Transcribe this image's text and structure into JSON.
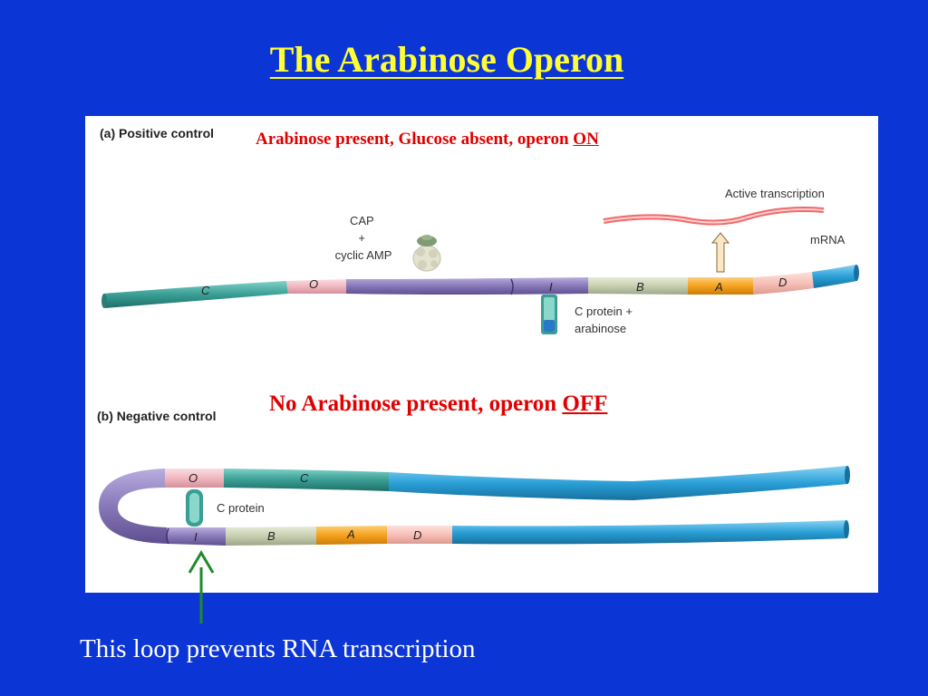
{
  "title": "The Arabinose Operon",
  "panel_a": {
    "label": "(a) Positive control",
    "heading": "Arabinose present, Glucose absent, operon ",
    "heading_state": "ON",
    "cap_label_line1": "CAP",
    "cap_label_line2": "+",
    "cap_label_line3": "cyclic AMP",
    "active_transcription": "Active transcription",
    "mrna": "mRNA",
    "c_protein_line1": "C protein +",
    "c_protein_line2": "arabinose",
    "genes": {
      "c": "C",
      "o": "O",
      "i": "I",
      "b": "B",
      "a": "A",
      "d": "D"
    }
  },
  "panel_b": {
    "label": "(b) Negative control",
    "heading": "No Arabinose present, operon ",
    "heading_state": "OFF",
    "c_protein": "C protein",
    "genes": {
      "o": "O",
      "c": "C",
      "i": "I",
      "b": "B",
      "a": "A",
      "d": "D"
    }
  },
  "caption": "This loop prevents RNA transcription",
  "colors": {
    "background": "#0c35d6",
    "title": "#ffff33",
    "heading": "#e00000",
    "gene_c": "#3a9e94",
    "gene_o": "#f0b8c0",
    "gene_i": "#8878b8",
    "gene_b": "#c8cfb0",
    "gene_a": "#f6a21e",
    "gene_d": "#f7c0b8",
    "dna_tail": "#2aa0d8",
    "mrna": "#f06a6a",
    "arrow": "#1f8a2a"
  }
}
